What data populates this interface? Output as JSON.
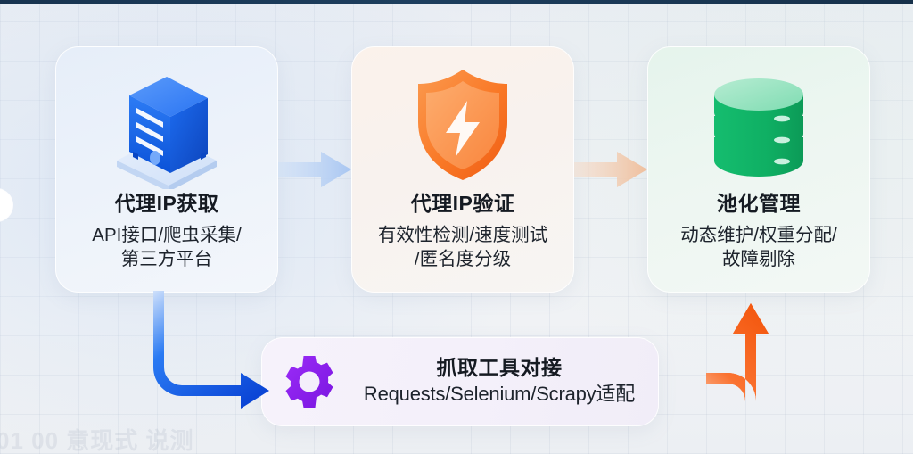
{
  "theme": {
    "background": "#eceff4",
    "topbar": "#17334f",
    "blue": "#1668e3",
    "orange": "#f96a22",
    "green": "#14b368",
    "purple": "#8b23f0",
    "arrow_blue_light": "#bcd4f6",
    "arrow_orange_light": "#f2cdb4"
  },
  "flow": {
    "steps": [
      {
        "id": "acquire",
        "icon": "server-icon",
        "title": "代理IP获取",
        "subtitle": "API接口/爬虫采集/\n第三方平台",
        "accent": "#1668e3"
      },
      {
        "id": "verify",
        "icon": "shield-bolt-icon",
        "title": "代理IP验证",
        "subtitle": "有效性检测/速度测试\n/匿名度分级",
        "accent": "#f96a22"
      },
      {
        "id": "pool",
        "icon": "database-icon",
        "title": "池化管理",
        "subtitle": "动态维护/权重分配/\n故障剔除",
        "accent": "#14b368"
      }
    ],
    "tools": {
      "id": "tools",
      "icon": "gear-icon",
      "title": "抓取工具对接",
      "subtitle": "Requests/Selenium/Scrapy适配",
      "accent": "#8b23f0"
    },
    "connectors": [
      {
        "id": "acquire-to-verify",
        "icon": "arrow-right-icon",
        "color": "#bcd4f6"
      },
      {
        "id": "verify-to-pool",
        "icon": "arrow-right-icon",
        "color": "#f2cdb4"
      },
      {
        "id": "acquire-to-tools",
        "icon": "arrow-elbow-down-right-icon",
        "color": "#1668e3"
      },
      {
        "id": "tools-to-pool",
        "icon": "arrow-elbow-right-up-icon",
        "color": "#f96a22"
      }
    ]
  },
  "watermark": {
    "text": "01 00 意现式 说测"
  }
}
